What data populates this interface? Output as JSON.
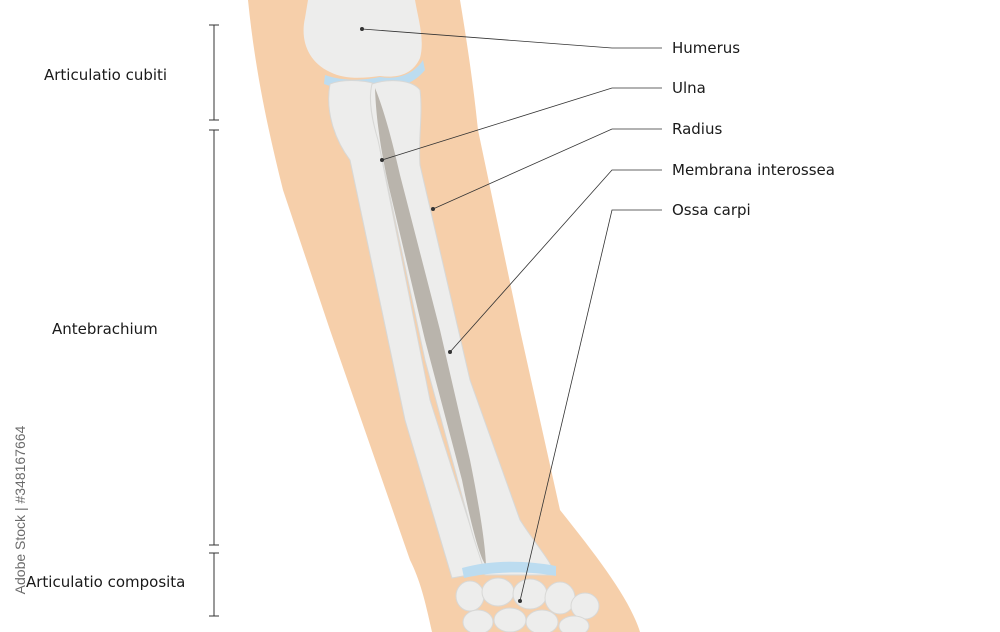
{
  "labels_right": [
    {
      "id": "humerus",
      "text": "Humerus"
    },
    {
      "id": "ulna",
      "text": "Ulna"
    },
    {
      "id": "radius",
      "text": "Radius"
    },
    {
      "id": "membrana",
      "text": "Membrana interossea"
    },
    {
      "id": "ossa-carpi",
      "text": "Ossa carpi"
    }
  ],
  "labels_left": [
    {
      "id": "articulatio-cubiti",
      "text": "Articulatio cubiti"
    },
    {
      "id": "antebrachium",
      "text": "Antebrachium"
    },
    {
      "id": "articulatio-composita",
      "text": "Articulatio composita"
    }
  ],
  "watermark": "Adobe Stock | #348167664",
  "colors": {
    "skin": "#f6cfaa",
    "bone": "#ededec",
    "bone_outline": "#d8d8d6",
    "cartilage": "#bcdcf0",
    "membrane": "#b9b4ac",
    "line": "#333333"
  }
}
